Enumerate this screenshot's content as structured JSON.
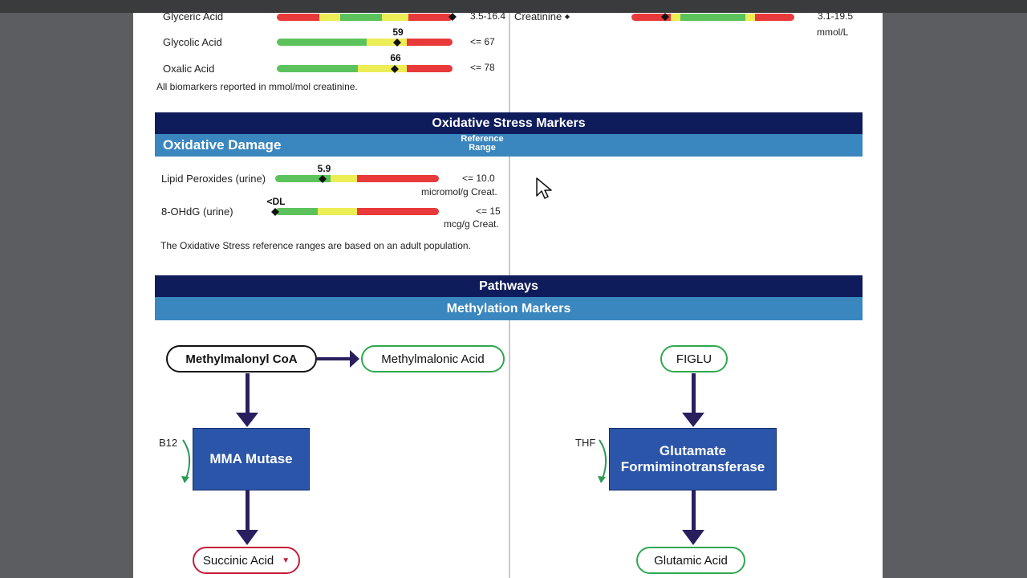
{
  "organic_acids": {
    "rows": [
      {
        "name": "Glyceric Acid",
        "value_label": "",
        "marker_pct": 1.0,
        "reference": "3.5-16.4",
        "segments": [
          [
            "#e83a3a",
            0.24
          ],
          [
            "#eded55",
            0.36
          ],
          [
            "#5cc35c",
            0.6
          ],
          [
            "#eded55",
            0.75
          ],
          [
            "#e83a3a",
            1.0
          ]
        ]
      },
      {
        "name": "Glycolic Acid",
        "value_label": "59",
        "marker_pct": 0.685,
        "reference": "<= 67",
        "segments": [
          [
            "#5cc35c",
            0.51
          ],
          [
            "#eded55",
            0.74
          ],
          [
            "#e83a3a",
            1.0
          ]
        ]
      },
      {
        "name": "Oxalic Acid",
        "value_label": "66",
        "marker_pct": 0.67,
        "reference": "<= 78",
        "segments": [
          [
            "#5cc35c",
            0.46
          ],
          [
            "#eded55",
            0.74
          ],
          [
            "#e83a3a",
            1.0
          ]
        ]
      }
    ],
    "footnote": "All biomarkers reported in mmol/mol creatinine.",
    "creatinine": {
      "name": "Creatinine",
      "symbol": "◆",
      "marker_pct": 0.21,
      "reference": "3.1-19.5",
      "unit": "mmol/L",
      "segments": [
        [
          "#e83a3a",
          0.24
        ],
        [
          "#eded55",
          0.3
        ],
        [
          "#5cc35c",
          0.7
        ],
        [
          "#eded55",
          0.76
        ],
        [
          "#e83a3a",
          1.0
        ]
      ]
    }
  },
  "oxidative": {
    "header": "Oxidative Stress Markers",
    "subheader": "Oxidative Damage",
    "ref_col_line1": "Reference",
    "ref_col_line2": "Range",
    "rows": [
      {
        "name": "Lipid Peroxides (urine)",
        "value_label": "5.9",
        "marker_pct": 0.29,
        "reference": "<= 10.0",
        "unit": "micromol/g Creat.",
        "segments": [
          [
            "#5cc35c",
            0.34
          ],
          [
            "#eded55",
            0.5
          ],
          [
            "#e83a3a",
            1.0
          ]
        ]
      },
      {
        "name": "8-OHdG (urine)",
        "value_label": "<DL",
        "marker_pct": 0.0,
        "reference": "<= 15",
        "unit": "mcg/g Creat.",
        "segments": [
          [
            "#5cc35c",
            0.26
          ],
          [
            "#eded55",
            0.5
          ],
          [
            "#e83a3a",
            1.0
          ]
        ]
      }
    ],
    "footnote": "The Oxidative Stress reference ranges are based on an adult population."
  },
  "pathways": {
    "header": "Pathways",
    "subheader": "Methylation Markers",
    "left": {
      "start": "Methylmalonyl CoA",
      "branch": "Methylmalonic Acid",
      "cofactor": "B12",
      "enzyme": "MMA Mutase",
      "product": "Succinic Acid",
      "product_flag": "▼"
    },
    "right": {
      "start": "FIGLU",
      "cofactor": "THF",
      "enzyme": "Glutamate Formiminotransferase",
      "product": "Glutamic Acid"
    }
  },
  "colors": {
    "navy": "#0f1c5c",
    "blue": "#3a86be",
    "enzyme_blue": "#2b55a8",
    "green": "#5cc35c",
    "yellow": "#eded55",
    "red": "#e83a3a",
    "pill_green": "#2fa84f",
    "pill_red": "#c41e3a",
    "arrow": "#2a1f5e"
  },
  "cursor": {
    "icon": "mouse-pointer-icon"
  }
}
